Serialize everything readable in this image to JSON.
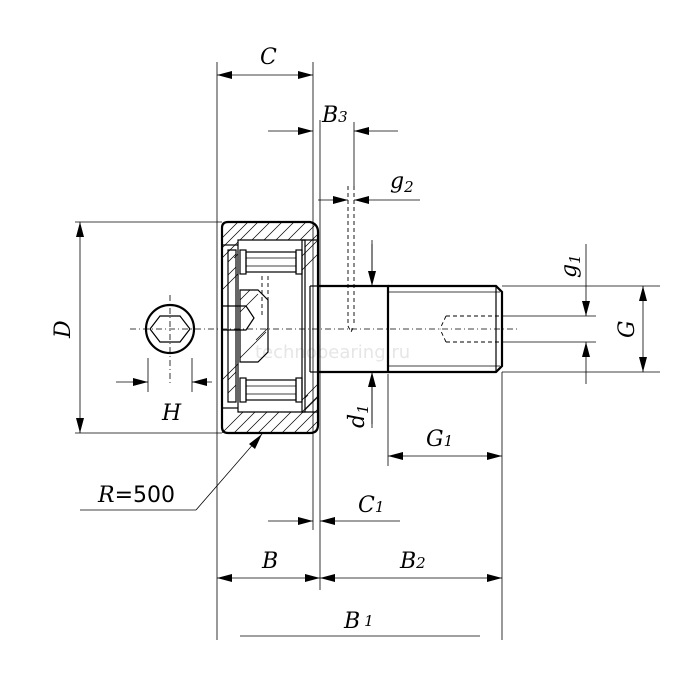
{
  "labels": {
    "C": "C",
    "B3_main": "B",
    "B3_sub": "3",
    "g2_main": "g",
    "g2_sub": "2",
    "g1_main": "g",
    "g1_sub": "1",
    "G": "G",
    "D": "D",
    "H": "H",
    "d1_main": "d",
    "d1_sub": "1",
    "G1_main": "G",
    "G1_sub": "1",
    "R_label": "R",
    "R_value": "=500",
    "C1_main": "C",
    "C1_sub": "1",
    "B": "B",
    "B2_main": "B",
    "B2_sub": "2",
    "B1_main": "B",
    "B1_sub": "1"
  },
  "watermark": "technobearing.ru"
}
